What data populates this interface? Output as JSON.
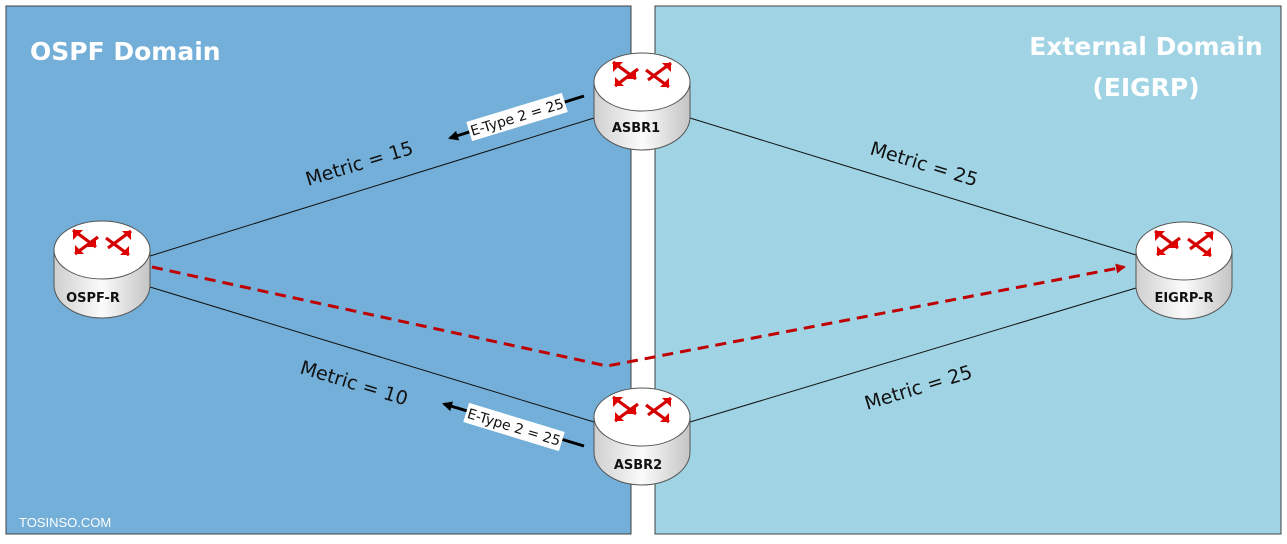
{
  "domains": {
    "ospf": {
      "title": "OSPF Domain",
      "color": "#73afd8"
    },
    "external": {
      "title_line1": "External Domain",
      "title_line2": "(EIGRP)",
      "color": "#a0d4e4"
    }
  },
  "routers": {
    "ospf_r": "OSPF-R",
    "asbr1": "ASBR1",
    "asbr2": "ASBR2",
    "eigrp_r": "EIGRP-R"
  },
  "links": {
    "ospf_r_asbr1": "Metric = 15",
    "ospf_r_asbr2": "Metric = 10",
    "asbr1_eigrp_r": "Metric = 25",
    "asbr2_eigrp_r": "Metric = 25"
  },
  "advertisements": {
    "asbr1": "E-Type 2 = 25",
    "asbr2": "E-Type 2 = 25"
  },
  "watermark": "TOSINSO.COM",
  "colors": {
    "path": "#c00000",
    "router_arrow": "#e00000"
  }
}
